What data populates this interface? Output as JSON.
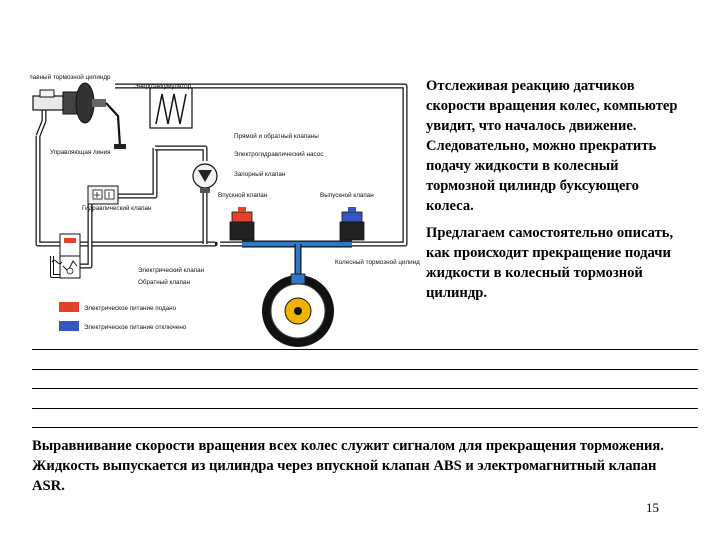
{
  "diagram": {
    "labels": {
      "master_cylinder": "Главный тормозной цилиндр",
      "accumulator": "Энергоаккумулятор",
      "control_valve": "Управляющая линия",
      "check_valves": "Прямой и обратный клапаны",
      "pump": "Электрогидравлический насос",
      "shutoff_valve": "Запорный клапан",
      "inlet_valve": "Впускной клапан",
      "outlet_valve": "Выпускной клапан",
      "hydraulic_valve": "Гидравлический клапан",
      "electric_valve": "Электрический клапан",
      "return_valve": "Обратный клапан",
      "wheel_cylinder": "Колесный тормозной цилиндр"
    },
    "legend": {
      "on_label": "Электрическое питание подано",
      "off_label": "Электрическое питание отключено",
      "on_color": "#e2412a",
      "off_color": "#3457c4"
    }
  },
  "side_text": {
    "p1": "Отслеживая реакцию датчиков скорости вращения колес, компьютер увидит, что началось движение. Следовательно, можно прекратить подачу жидкости в колесный тормозной цилиндр буксующего колеса.",
    "p2": "Предлагаем самостоятельно описать, как происходит прекращение подачи жидкости в колесный тормозной цилиндр."
  },
  "answer_lines_count": 5,
  "bottom_text": "Выравнивание скорости вращения всех колес служит сигналом для прекращения торможения. Жидкость выпускается из цилиндра через впускной клапан ABS и электромагнитный клапан ASR.",
  "page_number": "15"
}
